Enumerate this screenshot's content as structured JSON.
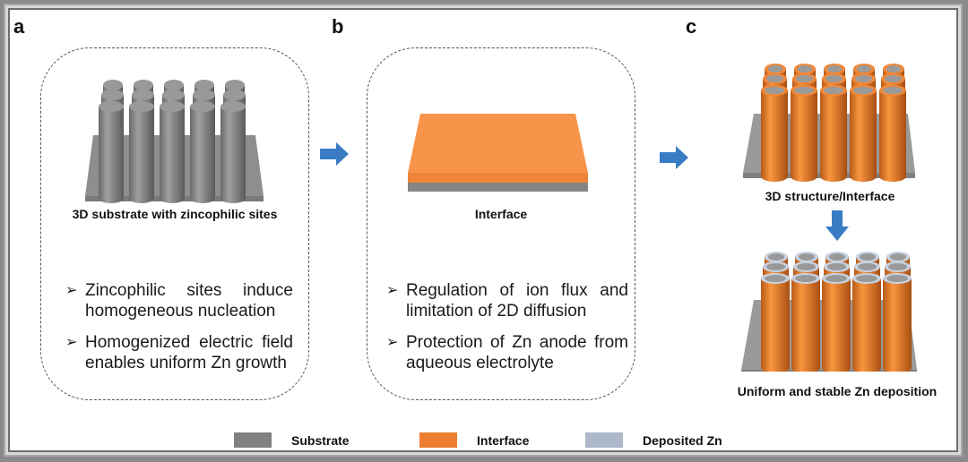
{
  "panels": {
    "a": {
      "letter": "a",
      "caption": "3D substrate with zincophilic sites",
      "bullets": [
        "Zincophilic sites induce homogeneous nucleation",
        "Homogenized electric field enables uniform Zn growth"
      ]
    },
    "b": {
      "letter": "b",
      "caption": "Interface",
      "bullets": [
        "Regulation of ion flux and limitation of 2D diffusion",
        "Protection of Zn anode from aqueous electrolyte"
      ]
    },
    "c": {
      "letter": "c",
      "caption_top": "3D structure/Interface",
      "caption_bottom": "Uniform and stable Zn deposition"
    }
  },
  "bullet_marker": "➢",
  "legend": [
    {
      "label": "Substrate",
      "color": "#808080"
    },
    {
      "label": "Interface",
      "color": "#ed7d31"
    },
    {
      "label": "Deposited Zn",
      "color": "#adb9ca"
    }
  ],
  "colors": {
    "arrow": "#3a7cc4",
    "pillar_gray": "#8c8c8c",
    "pillar_orange": "#ee8a3e"
  }
}
